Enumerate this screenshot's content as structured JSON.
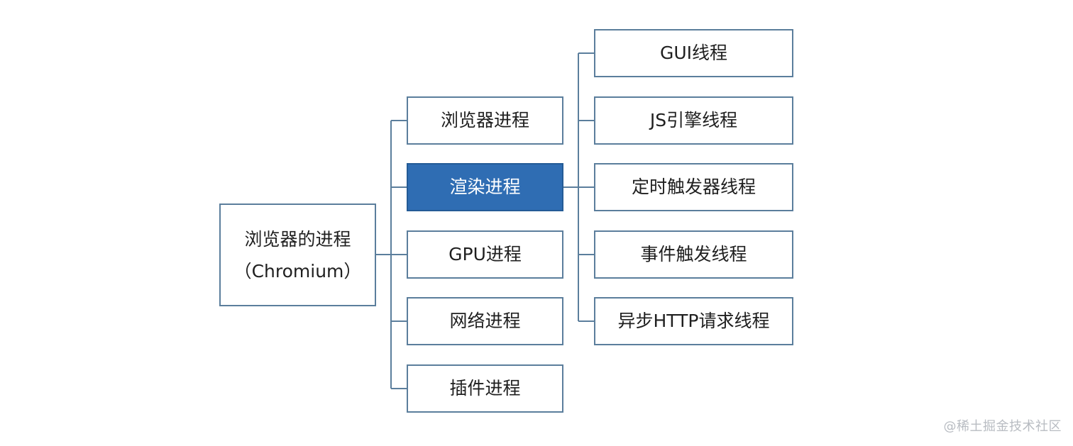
{
  "root": {
    "line1": "浏览器的进程",
    "line2": "（Chromium）"
  },
  "processes": [
    {
      "label": "浏览器进程",
      "active": false
    },
    {
      "label": "渲染进程",
      "active": true
    },
    {
      "label": "GPU进程",
      "active": false
    },
    {
      "label": "网络进程",
      "active": false
    },
    {
      "label": "插件进程",
      "active": false
    }
  ],
  "threads": [
    {
      "label": "GUI线程"
    },
    {
      "label": "JS引擎线程"
    },
    {
      "label": "定时触发器线程"
    },
    {
      "label": "事件触发线程"
    },
    {
      "label": "异步HTTP请求线程"
    }
  ],
  "watermark": "@稀土掘金技术社区",
  "colors": {
    "border": "#5b7e9c",
    "line": "#5b7e9c",
    "active_fill": "#2f6db3",
    "active_text": "#ffffff",
    "text": "#1f1f1f",
    "watermark": "#b8bcc2"
  }
}
